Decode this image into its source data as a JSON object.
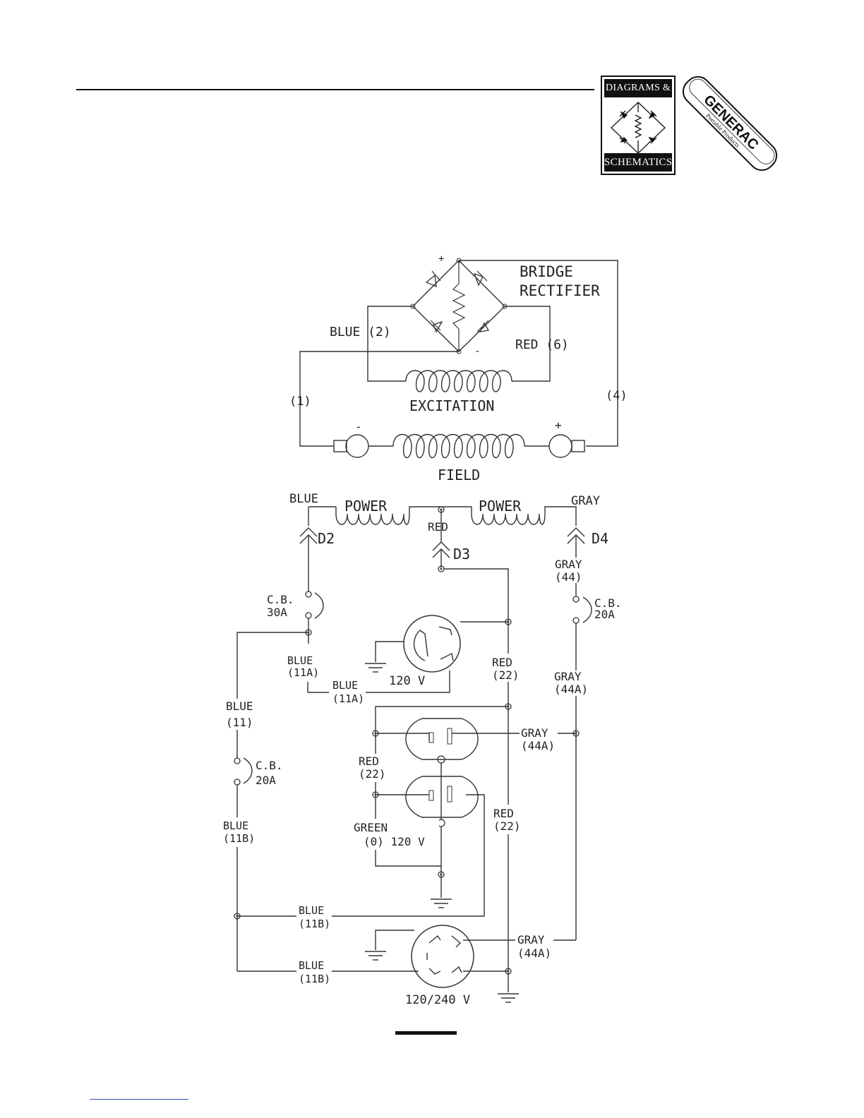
{
  "logo": {
    "top_text": "DIAGRAMS &",
    "bottom_text": "SCHEMATICS",
    "brand": "GENERAC",
    "brand_sub": "Portable Products"
  },
  "diagram": {
    "bridge_title_line1": "BRIDGE",
    "bridge_title_line2": "RECTIFIER",
    "plus": "+",
    "minus": "-",
    "blue2": "BLUE (2)",
    "red6": "RED (6)",
    "wire1": "(1)",
    "wire4": "(4)",
    "excitation": "EXCITATION",
    "field": "FIELD",
    "blue": "BLUE",
    "power": "POWER",
    "gray": "GRAY",
    "red": "RED",
    "d2": "D2",
    "d3": "D3",
    "d4": "D4",
    "gray44_a": "GRAY",
    "gray44_b": "(44)",
    "cb": "C.B.",
    "a30": "30A",
    "a20": "20A",
    "blue_label": "BLUE",
    "w11a": "(11A)",
    "w11": "(11)",
    "w11b": "(11B)",
    "v120": "120 V",
    "red_label": "RED",
    "w22": "(22)",
    "gray_label": "GRAY",
    "w44a": "(44A)",
    "green": "GREEN",
    "w0_120": "(0) 120 V",
    "v120_240": "120/240 V"
  }
}
